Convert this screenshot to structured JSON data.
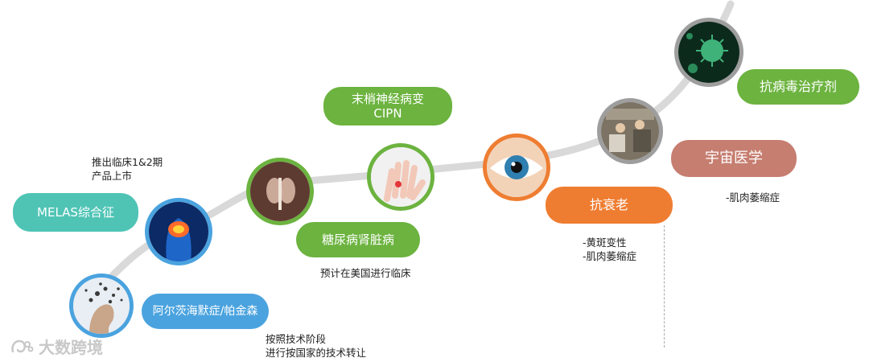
{
  "colors": {
    "teal": "#4fc4b5",
    "blue": "#4aa3df",
    "green": "#6cb33f",
    "orange": "#ef7d31",
    "rose": "#c67e70",
    "curve": "#d9d9d9",
    "ring_gray": "#9e9e9e"
  },
  "nodes": [
    {
      "icon": "head-dissolving-icon",
      "ring": "blue"
    },
    {
      "icon": "brain-head-icon",
      "ring": "blue"
    },
    {
      "icon": "kidney-icon",
      "ring": "green"
    },
    {
      "icon": "hand-nerve-icon",
      "ring": "green"
    },
    {
      "icon": "eye-icon",
      "ring": "orange"
    },
    {
      "icon": "astronaut-station-icon",
      "ring": "gray"
    },
    {
      "icon": "virus-icon",
      "ring": "gray"
    }
  ],
  "labels": {
    "alzheimers": "阿尔茨海默症/帕金森",
    "melas": "MELAS综合征",
    "diabetic_kidney": "糖尿病肾脏病",
    "cipn_line1": "末梢神经病变",
    "cipn_line2": "CIPN",
    "anti_aging": "抗衰老",
    "space_medicine": "宇宙医学",
    "antiviral": "抗病毒治疗剂"
  },
  "notes": {
    "alzheimers": [
      "按照技术阶段",
      "进行按国家的技术转让"
    ],
    "melas": [
      "推出临床1&2期",
      "产品上市"
    ],
    "diabetic_kidney": [
      "预计在美国进行临床"
    ],
    "anti_aging": [
      "-黄斑变性",
      "-肌肉萎缩症"
    ],
    "space_medicine": [
      "-肌肉萎缩症"
    ]
  },
  "watermark": "大数跨境"
}
